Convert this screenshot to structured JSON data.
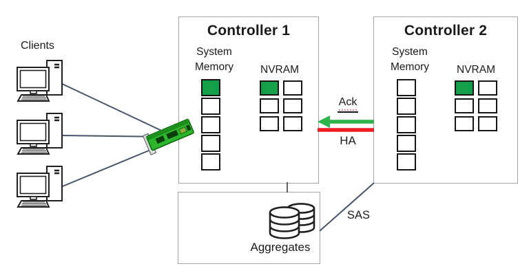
{
  "colors": {
    "green": "#14a04b",
    "arrow_green": "#2db44b",
    "red": "#ee1c23",
    "line_blue": "#44546a",
    "box_border": "#a3a3a3",
    "ink": "#1a1a1a"
  },
  "clients": {
    "label": "Clients",
    "count": 3
  },
  "controller1": {
    "title": "Controller 1",
    "system_memory_label": "System Memory",
    "nvram_label": "NVRAM",
    "system_memory_cells": [
      "green",
      "white",
      "white",
      "white",
      "white"
    ],
    "nvram_cells": [
      [
        "green",
        "white"
      ],
      [
        "white",
        "white"
      ],
      [
        "white",
        "white"
      ]
    ]
  },
  "controller2": {
    "title": "Controller 2",
    "system_memory_label": "System Memory",
    "nvram_label": "NVRAM",
    "system_memory_cells": [
      "white",
      "white",
      "white",
      "white",
      "white"
    ],
    "nvram_cells": [
      [
        "green",
        "white"
      ],
      [
        "white",
        "white"
      ],
      [
        "white",
        "white"
      ]
    ]
  },
  "links": {
    "ack_label": "Ack",
    "ha_label": "HA",
    "sas_label": "SAS"
  },
  "aggregates": {
    "label": "Aggregates"
  }
}
